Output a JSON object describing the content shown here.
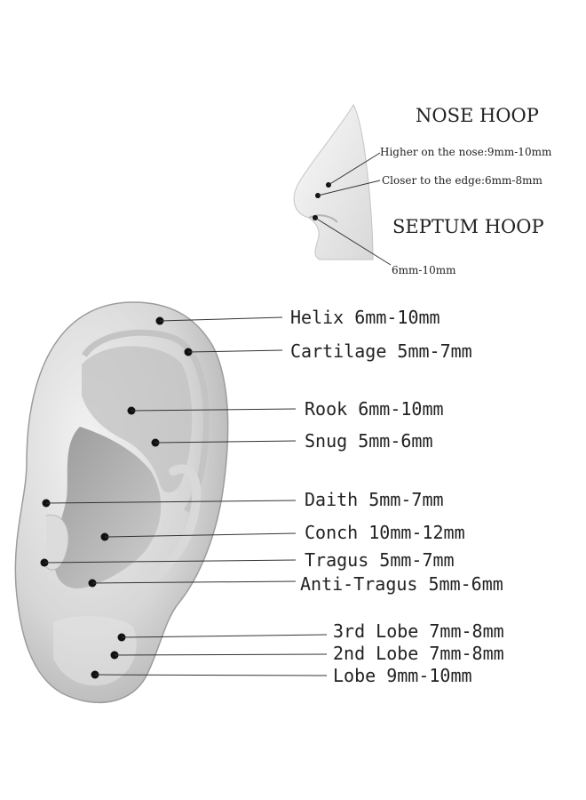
{
  "nose": {
    "nose_hoop_title": "NOSE HOOP",
    "higher_note": "Higher on the nose:9mm-10mm",
    "edge_note": "Closer to the edge:6mm-8mm",
    "septum_title": "SEPTUM HOOP",
    "septum_size": "6mm-10mm"
  },
  "ear": {
    "labels": [
      "Helix 6mm-10mm",
      "Cartilage 5mm-7mm",
      "Rook 6mm-10mm",
      "Snug 5mm-6mm",
      "Daith 5mm-7mm",
      "Conch 10mm-12mm",
      "Tragus 5mm-7mm",
      "Anti-Tragus 5mm-6mm",
      "3rd Lobe 7mm-8mm",
      "2nd Lobe 7mm-8mm",
      "Lobe 9mm-10mm"
    ]
  }
}
